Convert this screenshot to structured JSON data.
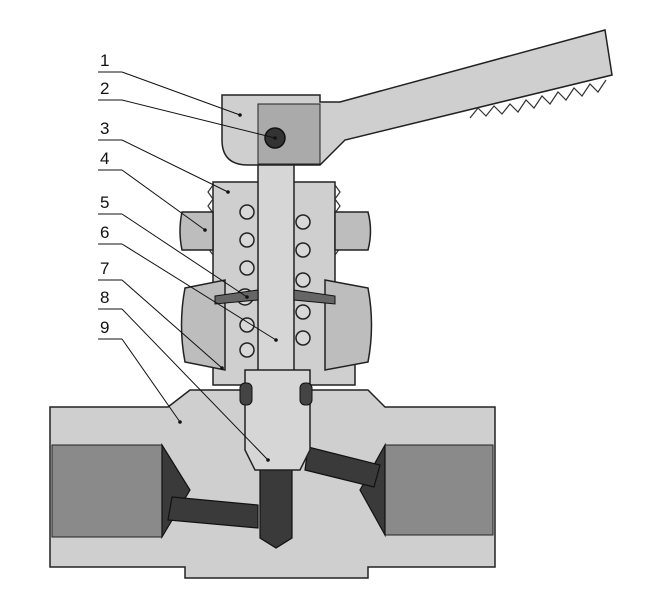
{
  "diagram": {
    "callouts": [
      {
        "label": "1"
      },
      {
        "label": "2"
      },
      {
        "label": "3"
      },
      {
        "label": "4"
      },
      {
        "label": "5"
      },
      {
        "label": "6"
      },
      {
        "label": "7"
      },
      {
        "label": "8"
      },
      {
        "label": "9"
      }
    ]
  }
}
